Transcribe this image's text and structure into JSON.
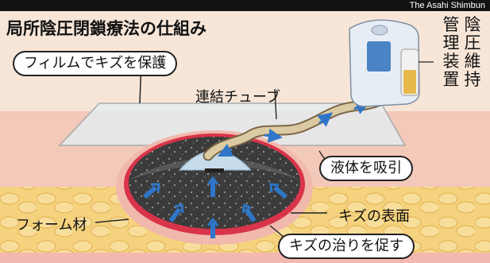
{
  "credit": "The Asahi Shimbun",
  "title": "局所陰圧閉鎖療法の仕組み",
  "labels": {
    "film": "フィルムでキズを保護",
    "tube": "連結チューブ",
    "fluid": "液体を吸引",
    "foam": "フォーム材",
    "surface": "キズの表面",
    "heal": "キズの治りを促す"
  },
  "device": {
    "col1": [
      "管",
      "理",
      "装",
      "置"
    ],
    "col2": [
      "陰",
      "圧",
      "維",
      "持"
    ]
  },
  "colors": {
    "sky": "#f6e3d4",
    "skin": "#f4c7b8",
    "fat": "#f2cf7a",
    "wound_rim": "#d8344a",
    "foam": "#3a3a3a",
    "arrow": "#2f76c8",
    "device": "#dfe8f2",
    "tube": "#d9c49c"
  }
}
